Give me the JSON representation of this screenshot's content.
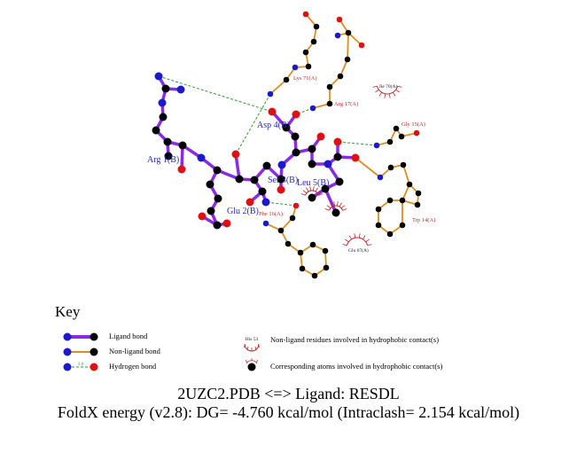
{
  "diagram": {
    "ligand_residues": [
      "Arg 1(B)",
      "Glu 2(B)",
      "Ser 3(B)",
      "Asp 4(B)",
      "Leu 5(B)"
    ],
    "nonligand_residues": [
      "Lys 71(A)",
      "Arg 17(A)",
      "Gly 15(A)",
      "Trp 14(A)",
      "Phe 16(A)"
    ],
    "hydrophobic_residues": [
      "Ile 70(A)",
      "Glu 67(A)"
    ]
  },
  "key": {
    "title": "Key",
    "ligand_bond": "Ligand bond",
    "nonligand_bond": "Non-ligand bond",
    "hydrogen_bond": "Hydrogen bond",
    "hbond_length": "3.0",
    "hydrophobic_label": "His 53",
    "hydrophobic_residues_text": "Non-ligand residues involved in hydrophobic contact(s)",
    "hydrophobic_atoms_text": "Corresponding atoms involved in hydrophobic contact(s)"
  },
  "footer": {
    "line1": "2UZC2.PDB <=> Ligand: RESDL",
    "line2": "FoldX energy (v2.8): DG= -4.760 kcal/mol (Intraclash= 2.154 kcal/mol)"
  },
  "colors": {
    "ligand_bond": "#8a2be2",
    "nonligand_bond": "#d89020",
    "hydrogen_bond": "#2e9a2e",
    "nitrogen": "#1a1acc",
    "oxygen": "#dd1111",
    "carbon": "#000000",
    "hydrophobic_arc": "#c0282a"
  }
}
